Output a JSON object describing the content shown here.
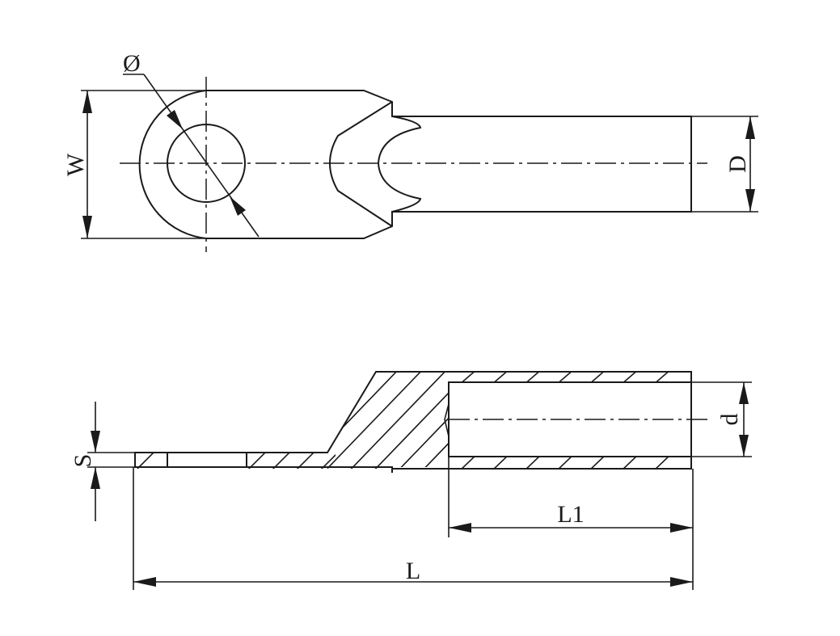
{
  "labels": {
    "diameter": "Ø",
    "width": "W",
    "barrel_outer_diameter": "D",
    "barrel_inner_diameter": "d",
    "thickness": "S",
    "barrel_length": "L1",
    "total_length": "L"
  },
  "colors": {
    "line": "#1a1a1a",
    "background": "#ffffff"
  }
}
